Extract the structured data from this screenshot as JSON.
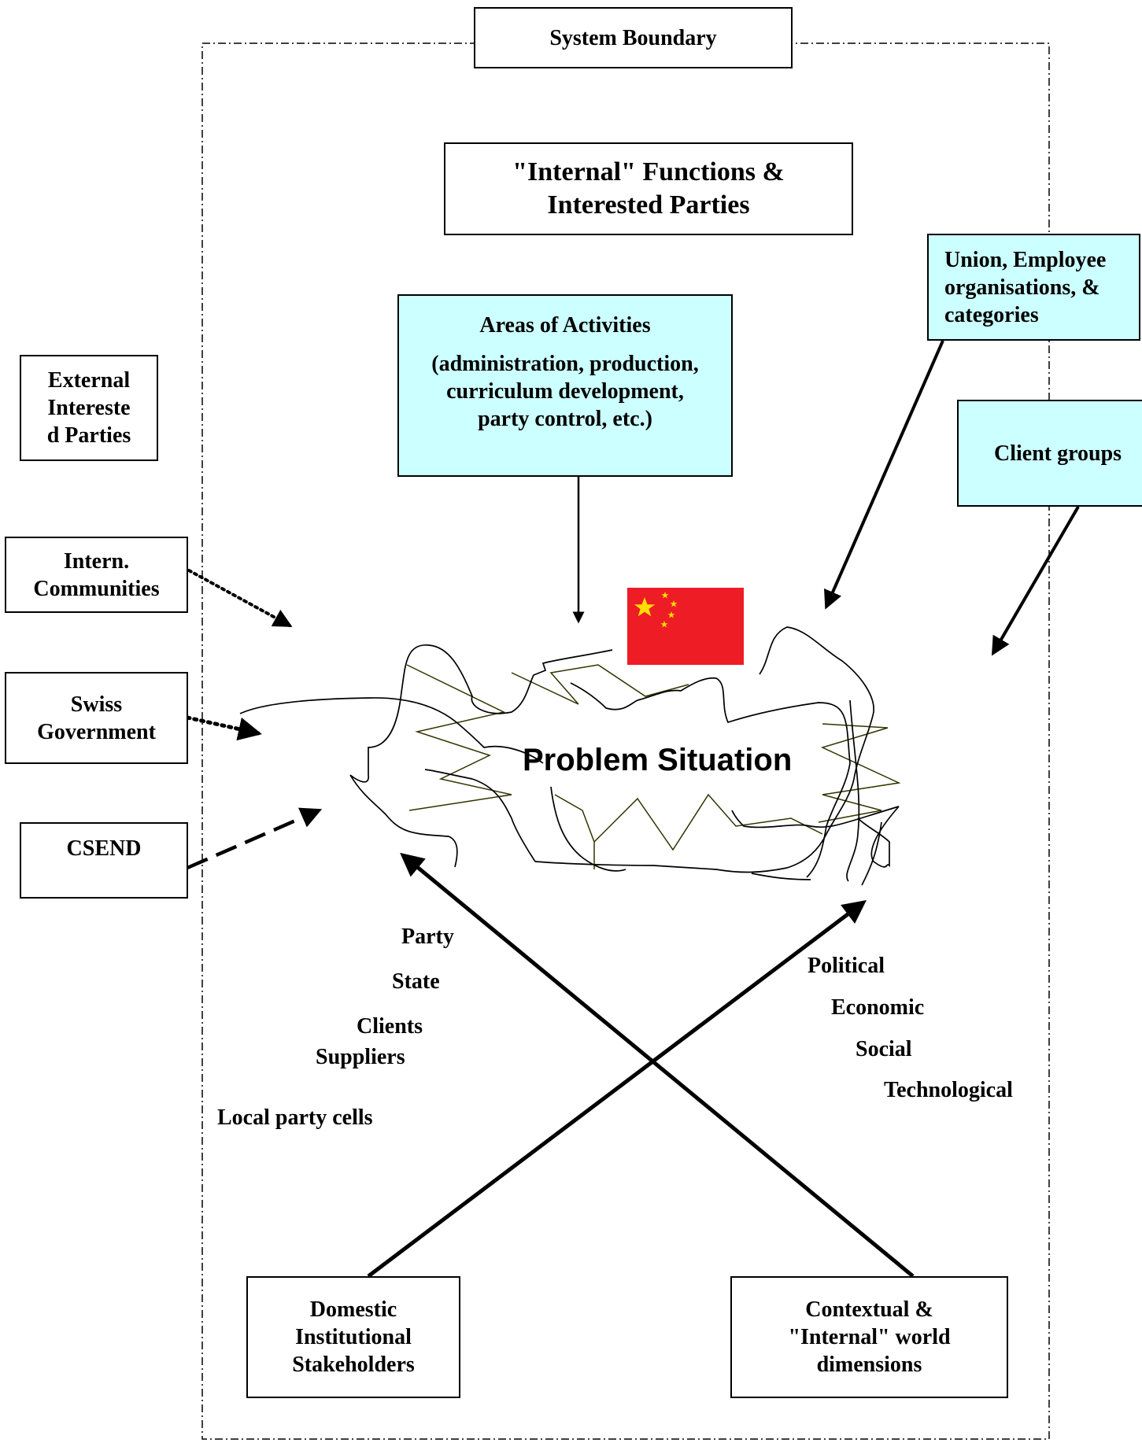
{
  "system_boundary": "System Boundary",
  "internal_functions": "\"Internal\" Functions &\nInterested Parties",
  "areas": {
    "title": "Areas of Activities",
    "detail": "(administration, production,\ncurriculum development,\nparty control, etc.)"
  },
  "union_box": "Union, Employee\norganisations, &\ncategories",
  "client_groups": "Client groups",
  "external_parties": "External\nIntereste\nd Parties",
  "intern_communities": "Intern.\nCommunities",
  "swiss_government": "Swiss\nGovernment",
  "csend": "CSEND",
  "problem_situation": "Problem Situation",
  "stakeholder_labels": [
    "Party",
    "State",
    "Clients",
    "Suppliers",
    "Local party cells"
  ],
  "dimension_labels": [
    "Political",
    "Economic",
    "Social",
    "Technological"
  ],
  "domestic_box": "Domestic\nInstitutional\nStakeholders",
  "contextual_box": "Contextual &\n\"Internal\" world\ndimensions",
  "flag_icon": "china-flag-icon",
  "colors": {
    "cyan_box": "#ccffff",
    "flag_red": "#ee1c25",
    "flag_star": "#ffde00"
  }
}
